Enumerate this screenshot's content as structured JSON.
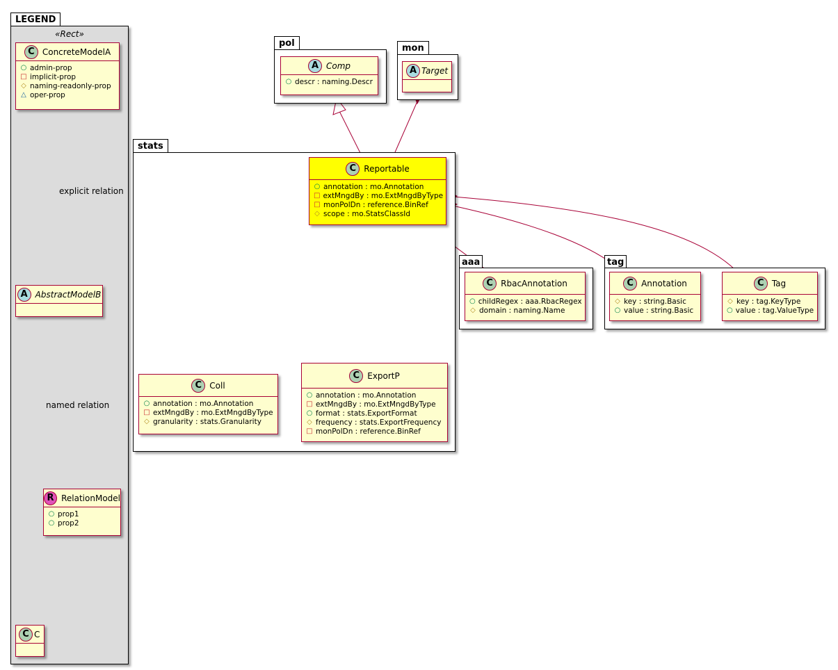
{
  "packages": {
    "legend": {
      "name": "LEGEND",
      "stereotype": "«Rect»"
    },
    "pol": {
      "name": "pol"
    },
    "mon": {
      "name": "mon"
    },
    "stats": {
      "name": "stats"
    },
    "aaa": {
      "name": "aaa"
    },
    "tag": {
      "name": "tag"
    }
  },
  "legend": {
    "concrete": {
      "spot": "C",
      "name": "ConcreteModelA",
      "attrs": [
        {
          "vis": "○",
          "text": "admin-prop"
        },
        {
          "vis": "□",
          "text": "implicit-prop"
        },
        {
          "vis": "◇",
          "text": "naming-readonly-prop"
        },
        {
          "vis": "△",
          "text": "oper-prop"
        }
      ]
    },
    "abstract": {
      "spot": "A",
      "name": "AbstractModelB"
    },
    "relation_model": {
      "spot": "R",
      "name": "RelationModel",
      "attrs": [
        {
          "vis": "○",
          "text": "prop1"
        },
        {
          "vis": "○",
          "text": "prop2"
        }
      ]
    },
    "c": {
      "spot": "C",
      "name": "C"
    },
    "explicit_label": "explicit relation",
    "named_label": "named relation"
  },
  "classes": {
    "comp": {
      "spot": "A",
      "name": "Comp",
      "attrs": [
        {
          "vis": "○",
          "text": "descr : naming.Descr"
        }
      ]
    },
    "target": {
      "spot": "A",
      "name": "Target"
    },
    "reportable": {
      "spot": "C",
      "name": "Reportable",
      "attrs": [
        {
          "vis": "○",
          "text": "annotation : mo.Annotation"
        },
        {
          "vis": "□",
          "text": "extMngdBy : mo.ExtMngdByType"
        },
        {
          "vis": "□",
          "text": "monPolDn : reference.BinRef"
        },
        {
          "vis": "◇",
          "text": "scope : mo.StatsClassId"
        }
      ]
    },
    "coll": {
      "spot": "C",
      "name": "Coll",
      "attrs": [
        {
          "vis": "○",
          "text": "annotation : mo.Annotation"
        },
        {
          "vis": "□",
          "text": "extMngdBy : mo.ExtMngdByType"
        },
        {
          "vis": "◇",
          "text": "granularity : stats.Granularity"
        }
      ]
    },
    "exportp": {
      "spot": "C",
      "name": "ExportP",
      "attrs": [
        {
          "vis": "○",
          "text": "annotation : mo.Annotation"
        },
        {
          "vis": "□",
          "text": "extMngdBy : mo.ExtMngdByType"
        },
        {
          "vis": "○",
          "text": "format : stats.ExportFormat"
        },
        {
          "vis": "◇",
          "text": "frequency : stats.ExportFrequency"
        },
        {
          "vis": "□",
          "text": "monPolDn : reference.BinRef"
        }
      ]
    },
    "rbac": {
      "spot": "C",
      "name": "RbacAnnotation",
      "attrs": [
        {
          "vis": "○",
          "text": "childRegex : aaa.RbacRegex"
        },
        {
          "vis": "◇",
          "text": "domain : naming.Name"
        }
      ]
    },
    "annotation": {
      "spot": "C",
      "name": "Annotation",
      "attrs": [
        {
          "vis": "◇",
          "text": "key : string.Basic"
        },
        {
          "vis": "○",
          "text": "value : string.Basic"
        }
      ]
    },
    "tag": {
      "spot": "C",
      "name": "Tag",
      "attrs": [
        {
          "vis": "◇",
          "text": "key : tag.KeyType"
        },
        {
          "vis": "○",
          "text": "value : tag.ValueType"
        }
      ]
    }
  },
  "colors": {
    "border": "#a80036",
    "class_fill": "#fefece",
    "highlight": "#ffff00",
    "legend_fill": "#dcdcdc"
  }
}
